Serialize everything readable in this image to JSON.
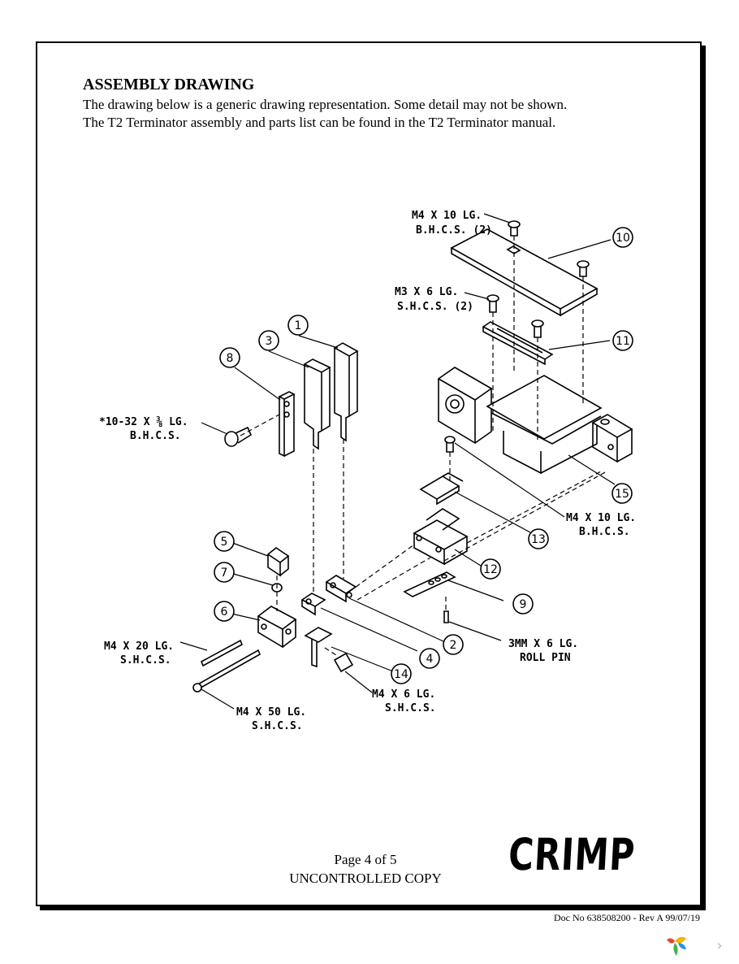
{
  "document": {
    "heading": "ASSEMBLY DRAWING",
    "intro_line1": "The drawing below is a generic drawing representation.  Some detail may not be shown.",
    "intro_line2": "The T2 Terminator assembly and parts list can be found in the T2 Terminator manual.",
    "page_number": "Page 4 of 5",
    "copy_status": "UNCONTROLLED COPY",
    "stamp": "CRIMP",
    "doc_number": "Doc No  638508200 - Rev A 99/07/19"
  },
  "drawing": {
    "labels": {
      "m4x10_top_1": "M4 X 10 LG.",
      "m4x10_top_2": "B.H.C.S. (2)",
      "m3x6_1": "M3 X 6 LG.",
      "m3x6_2": "S.H.C.S. (2)",
      "n10_32_1": "*10-32 X ⅜ LG.",
      "n10_32_2": "B.H.C.S.",
      "m4x10_mid_1": "M4 X 10 LG.",
      "m4x10_mid_2": "B.H.C.S.",
      "m4x20_1": "M4 X 20 LG.",
      "m4x20_2": "S.H.C.S.",
      "m4x50_1": "M4 X 50 LG.",
      "m4x50_2": "S.H.C.S.",
      "m4x6_1": "M4 X 6 LG.",
      "m4x6_2": "S.H.C.S.",
      "rollpin_1": "3MM X 6 LG.",
      "rollpin_2": "ROLL PIN"
    },
    "callouts": {
      "c1": "1",
      "c2": "2",
      "c3": "3",
      "c4": "4",
      "c5": "5",
      "c6": "6",
      "c7": "7",
      "c8": "8",
      "c9": "9",
      "c10": "10",
      "c11": "11",
      "c12": "12",
      "c13": "13",
      "c14": "14",
      "c15": "15"
    }
  },
  "viewer": {
    "next_icon": "chevron-right-icon",
    "logo_icon": "brand-logo-icon"
  }
}
